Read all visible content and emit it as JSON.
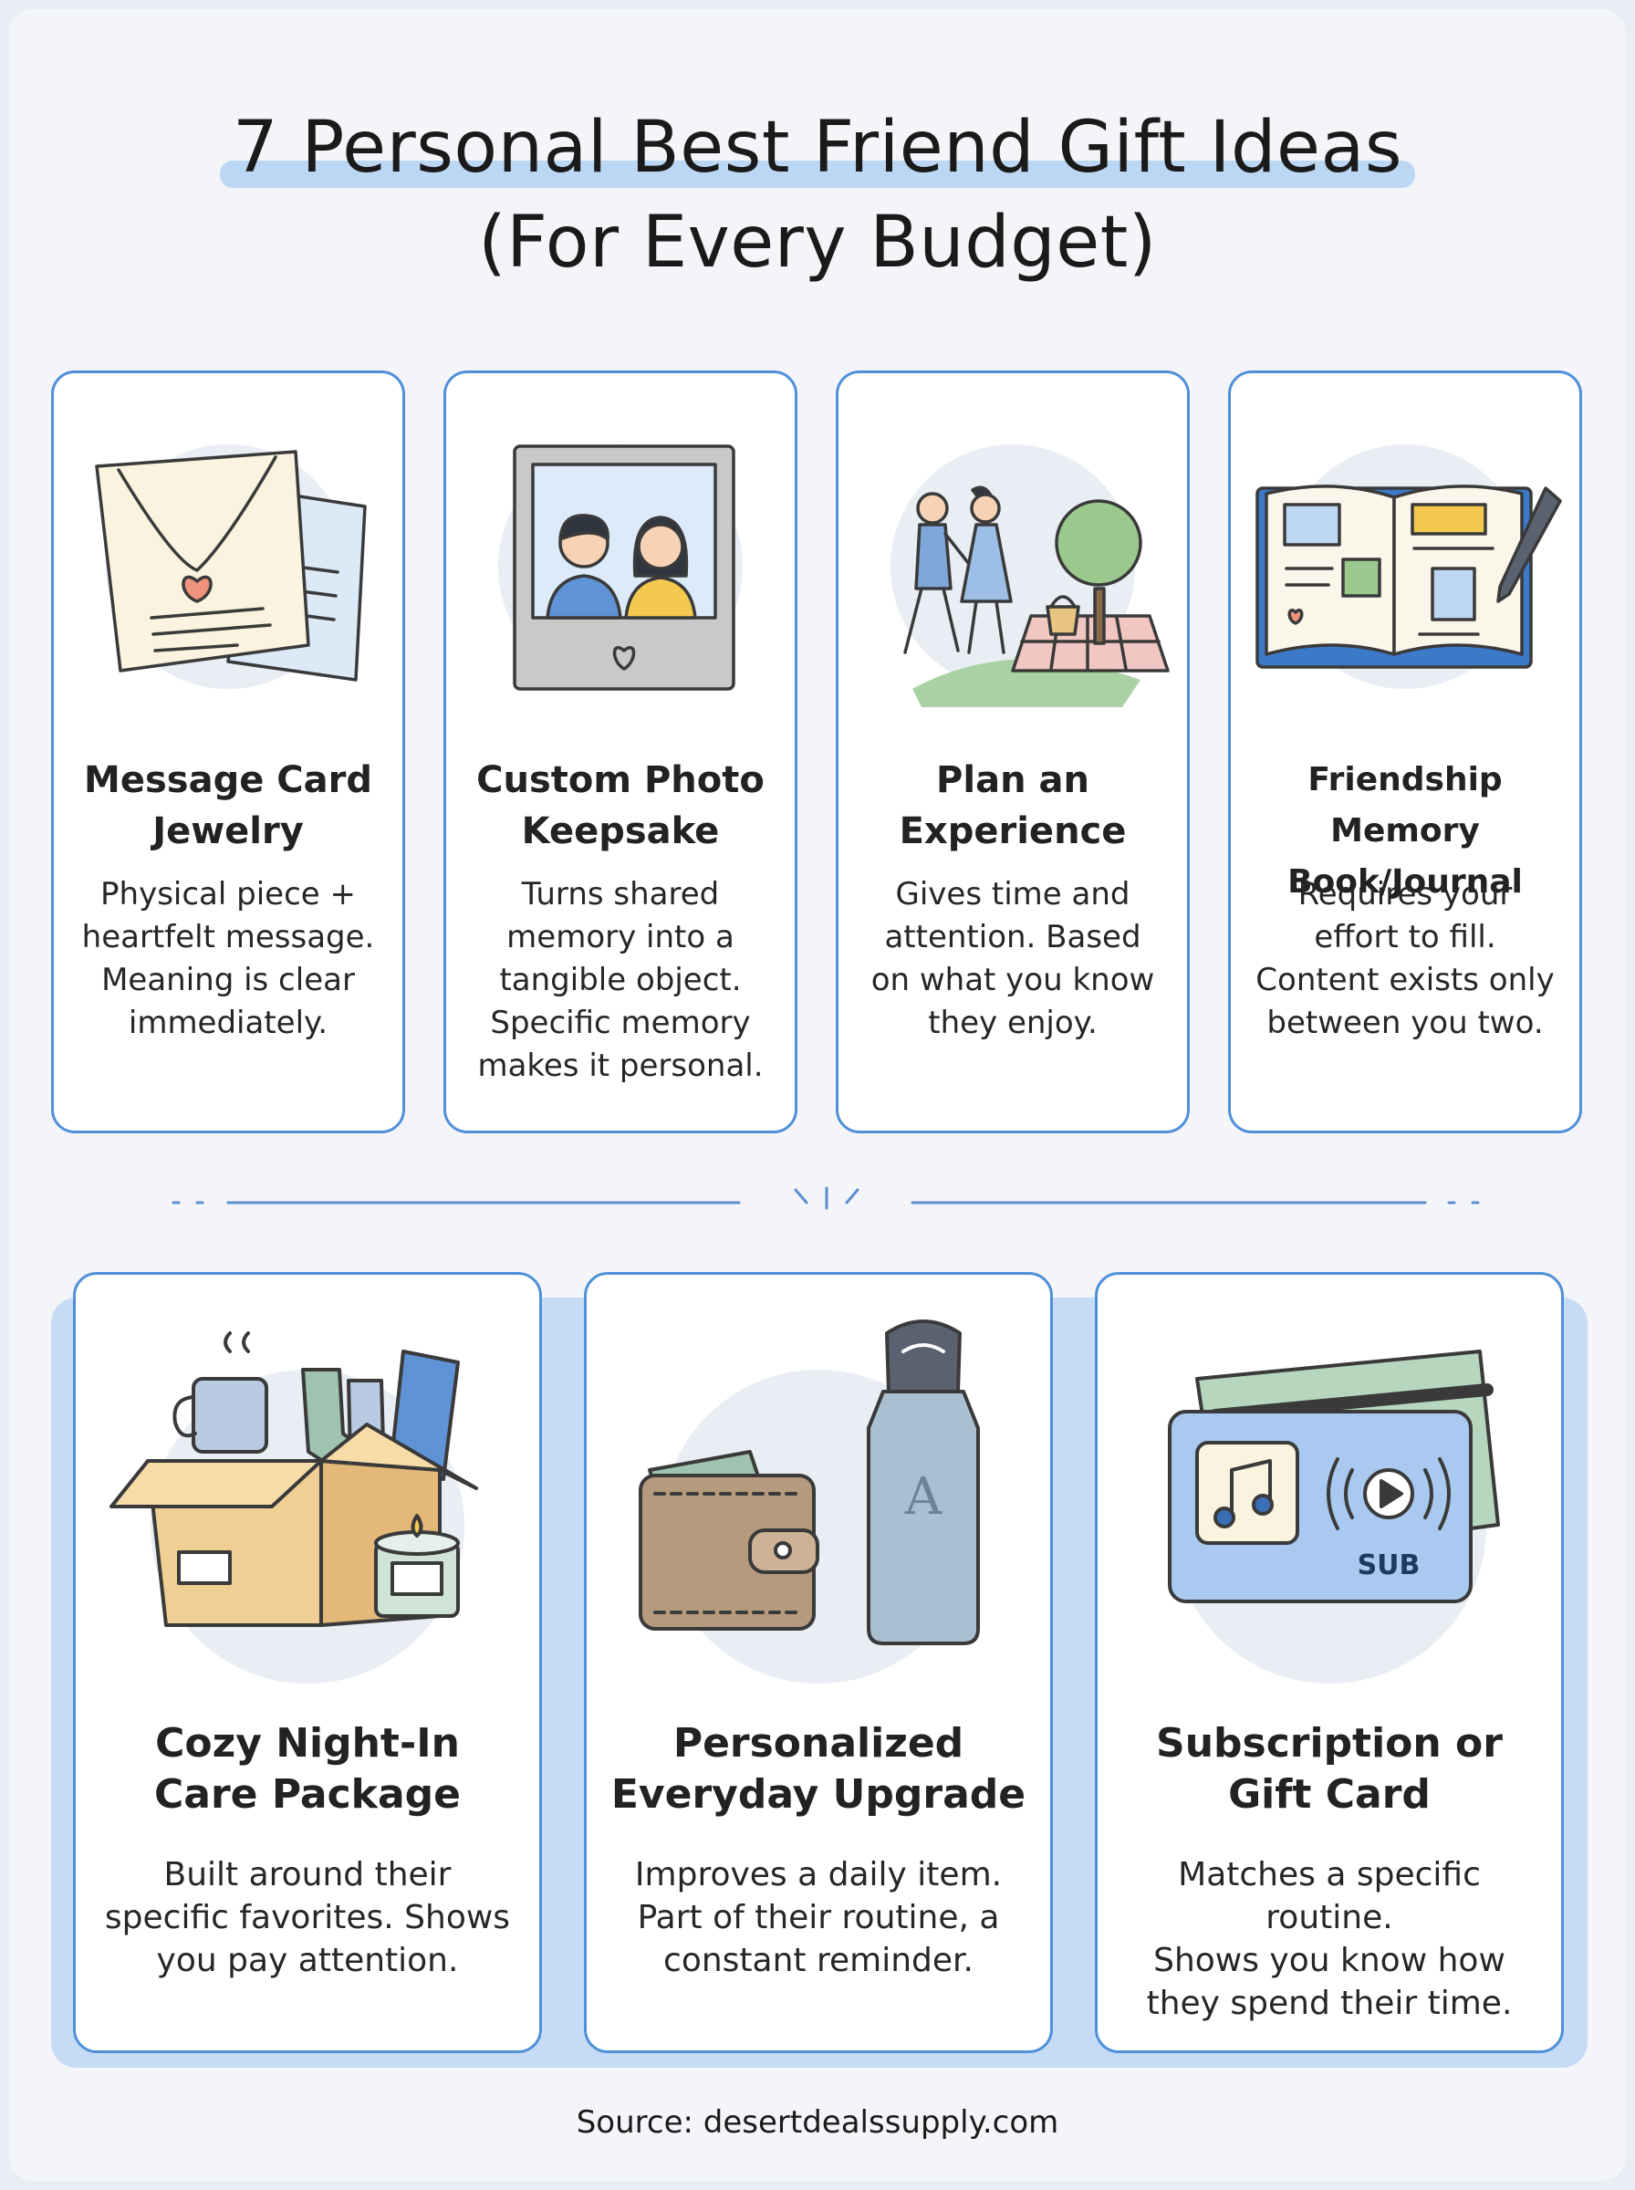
{
  "title": {
    "line1": "7 Personal Best Friend Gift Ideas",
    "line2": "(For Every Budget)"
  },
  "cards": [
    {
      "title_line1": "Message Card",
      "title_line2": "Jewelry",
      "description": "Physical piece +\nheartfelt message.\nMeaning is clear\nimmediately.",
      "icon": "necklace-card-icon"
    },
    {
      "title_line1": "Custom Photo",
      "title_line2": "Keepsake",
      "description": "Turns shared\nmemory into a\ntangible object.\nSpecific memory\nmakes it personal.",
      "icon": "photo-frame-icon"
    },
    {
      "title_line1": "Plan an",
      "title_line2": "Experience",
      "description": "Gives time and\nattention. Based\non what you know\nthey enjoy.",
      "icon": "picnic-icon"
    },
    {
      "title_line1": "Friendship Memory",
      "title_line2": "Book/Journal",
      "description": "Requires your\neffort to fill.\nContent exists only\nbetween you two.",
      "icon": "journal-icon"
    },
    {
      "title_line1": "Cozy Night-In",
      "title_line2": "Care Package",
      "description": "Built around their\nspecific favorites. Shows\nyou pay attention.",
      "icon": "care-box-icon"
    },
    {
      "title_line1": "Personalized",
      "title_line2": "Everyday Upgrade",
      "description": "Improves a daily item.\nPart of their routine, a\nconstant reminder.",
      "icon": "wallet-bottle-icon"
    },
    {
      "title_line1": "Subscription or",
      "title_line2": "Gift Card",
      "description": "Matches a specific routine.\nShows you know how\nthey spend their time.",
      "icon": "gift-card-icon",
      "card_label": "SUB"
    }
  ],
  "source": "Source: desertdealssupply.com",
  "colors": {
    "accent": "#4f90d8",
    "highlight": "#bcd7f3",
    "band": "#c6dbf5",
    "background": "#f3f5f9"
  }
}
